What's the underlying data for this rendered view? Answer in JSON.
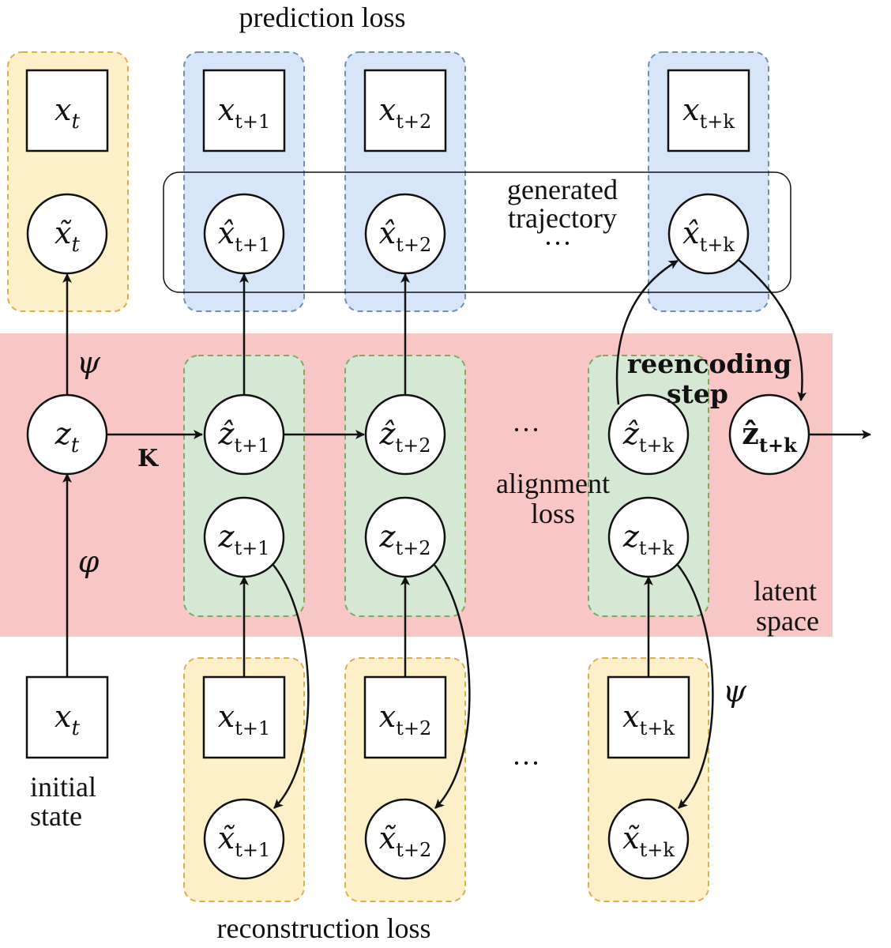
{
  "colors": {
    "latent_band": "#f9c6c6",
    "yellow_fill": "#fdf0c9",
    "yellow_stroke": "#d9b04a",
    "blue_fill": "#d6e5f7",
    "blue_stroke": "#6f8fb8",
    "green_fill": "#d5e8d3",
    "green_stroke": "#7fab5c"
  },
  "labels": {
    "prediction_loss": "prediction loss",
    "reconstruction_loss": "reconstruction loss",
    "generated_trajectory_1": "generated",
    "generated_trajectory_2": "trajectory",
    "alignment_1": "alignment",
    "alignment_2": "loss",
    "latent_1": "latent",
    "latent_2": "space",
    "initial_1": "initial",
    "initial_2": "state",
    "reencoding_1": "reencoding",
    "reencoding_2": "step",
    "ellipsis": "···",
    "K": "K",
    "psi": "ψ",
    "phi": "φ"
  },
  "nodes": {
    "x_t_top": {
      "base": "x",
      "sub": "t"
    },
    "x_t1_top": {
      "base": "x",
      "sub": "t+1"
    },
    "x_t2_top": {
      "base": "x",
      "sub": "t+2"
    },
    "x_tk_top": {
      "base": "x",
      "sub": "t+k"
    },
    "xtilde_t": {
      "base": "x̃",
      "sub": "t"
    },
    "xhat_t1": {
      "base": "x̂",
      "sub": "t+1"
    },
    "xhat_t2": {
      "base": "x̂",
      "sub": "t+2"
    },
    "xhat_tk": {
      "base": "x̂",
      "sub": "t+k"
    },
    "z_t": {
      "base": "z",
      "sub": "t"
    },
    "zhat_t1": {
      "base": "ẑ",
      "sub": "t+1"
    },
    "zhat_t2": {
      "base": "ẑ",
      "sub": "t+2"
    },
    "zhat_tk": {
      "base": "ẑ",
      "sub": "t+k"
    },
    "zhat_bold_tk": {
      "base": "ẑ",
      "sub": "t+k"
    },
    "z_t1": {
      "base": "z",
      "sub": "t+1"
    },
    "z_t2": {
      "base": "z",
      "sub": "t+2"
    },
    "z_tk": {
      "base": "z",
      "sub": "t+k"
    },
    "x_t_bot": {
      "base": "x",
      "sub": "t"
    },
    "x_t1_bot": {
      "base": "x",
      "sub": "t+1"
    },
    "x_t2_bot": {
      "base": "x",
      "sub": "t+2"
    },
    "x_tk_bot": {
      "base": "x",
      "sub": "t+k"
    },
    "xtilde_t1": {
      "base": "x̃",
      "sub": "t+1"
    },
    "xtilde_t2": {
      "base": "x̃",
      "sub": "t+2"
    },
    "xtilde_tk": {
      "base": "x̃",
      "sub": "t+k"
    }
  }
}
